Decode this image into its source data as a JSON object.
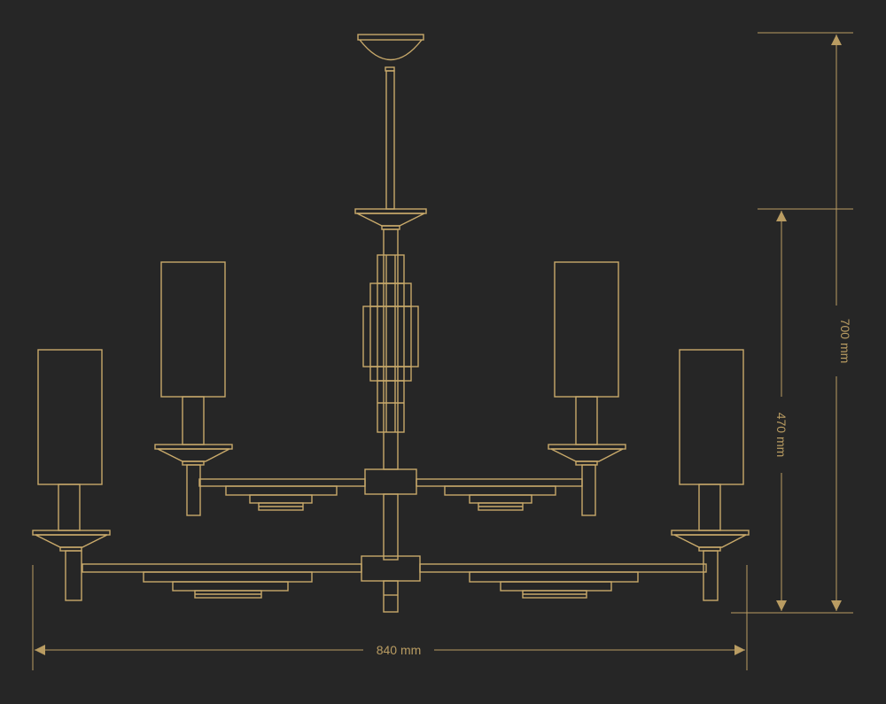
{
  "colors": {
    "background": "#262626",
    "line": "#c8a96a",
    "dimension": "#b99c62"
  },
  "dimensions": {
    "width_label": "840 mm",
    "total_height_label": "700 mm",
    "body_height_label": "470 mm"
  }
}
